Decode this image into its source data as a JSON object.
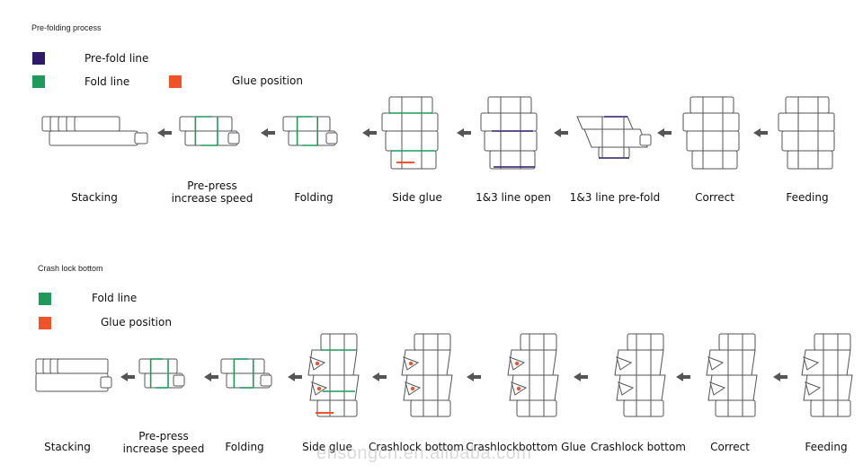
{
  "colors": {
    "prefold": "#2e1a6b",
    "fold": "#1f9a5a",
    "glue": "#f0522a",
    "stroke": "#555555",
    "arrow": "#555555"
  },
  "top": {
    "title": "Pre-folding process",
    "legend": {
      "prefold_label": "Pre-fold line",
      "fold_label": "Fold line",
      "glue_label": "Glue position"
    },
    "steps": [
      {
        "label": "Stacking"
      },
      {
        "label": "Pre-press\nincrease speed"
      },
      {
        "label": "Folding"
      },
      {
        "label": "Side glue"
      },
      {
        "label": "1&3 line open"
      },
      {
        "label": "1&3 line pre-fold"
      },
      {
        "label": "Correct"
      },
      {
        "label": "Feeding"
      }
    ]
  },
  "bottom": {
    "title": "Crash lock bottom",
    "legend": {
      "fold_label": "Fold line",
      "glue_label": "Glue position"
    },
    "steps": [
      {
        "label": "Stacking"
      },
      {
        "label": "Pre-press\nincrease speed"
      },
      {
        "label": "Folding"
      },
      {
        "label": "Side glue"
      },
      {
        "label": "Crashlock bottom"
      },
      {
        "label": "Crashlockbottom Glue"
      },
      {
        "label": "Crashlock bottom"
      },
      {
        "label": "Correct"
      },
      {
        "label": "Feeding"
      }
    ]
  },
  "watermark": "ensongcn.en.alibaba.com"
}
